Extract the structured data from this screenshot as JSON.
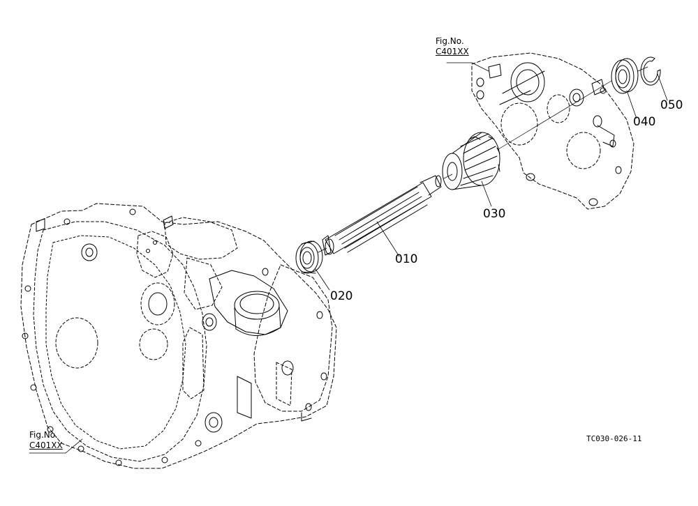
{
  "figure_refs": [
    {
      "line1": "Fig.No.",
      "line2": "C401XX"
    },
    {
      "line1": "Fig.No.",
      "line2": "C401XX"
    }
  ],
  "part_labels": [
    "010",
    "020",
    "030",
    "040",
    "050"
  ],
  "drawing_id": "TC030-026-11"
}
